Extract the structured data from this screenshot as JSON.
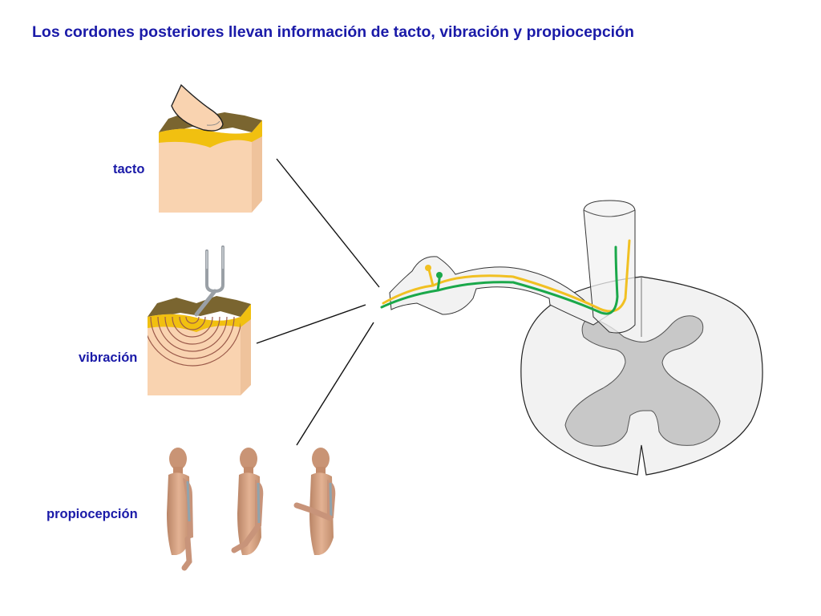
{
  "title": "Los cordones posteriores llevan información de tacto, vibración y propiocepción",
  "labels": {
    "touch": "tacto",
    "vibration": "vibración",
    "proprioception": "propiocepción"
  },
  "colors": {
    "text": "#1a1aa8",
    "skin": "#f9d3b0",
    "skin_side": "#efc39c",
    "dermis_top": "#7a6530",
    "epidermis": "#f1c010",
    "fiber_yellow": "#f1c022",
    "fiber_green": "#1aa84a",
    "cord_white": "#f2f2f2",
    "cord_grey": "#c8c8c8",
    "body_skin": "#d9a585"
  },
  "icons": {
    "finger": "finger-icon",
    "tuning_fork": "tuning-fork-icon",
    "human_figure": "human-figure-icon"
  }
}
